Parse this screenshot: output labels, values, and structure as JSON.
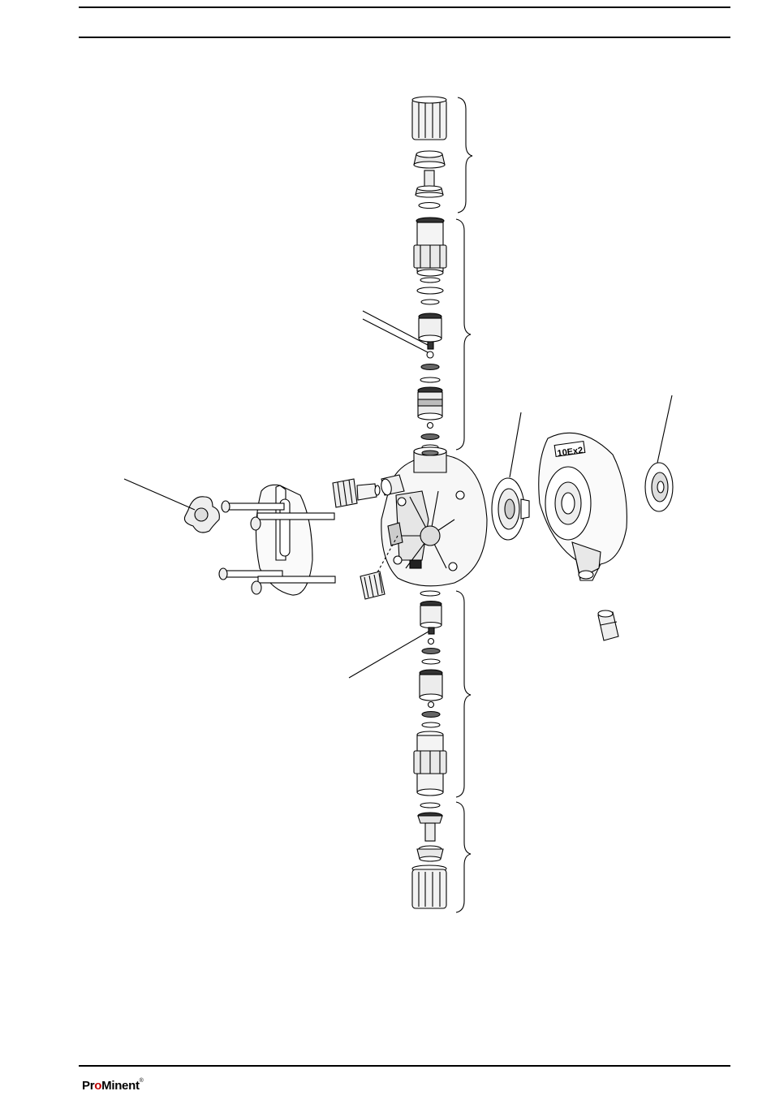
{
  "footer": {
    "brand_pre": "Pr",
    "brand_o": "o",
    "brand_post": "Minent",
    "registered": "®"
  },
  "labels": {
    "chamber_marking": "10Ex2"
  }
}
